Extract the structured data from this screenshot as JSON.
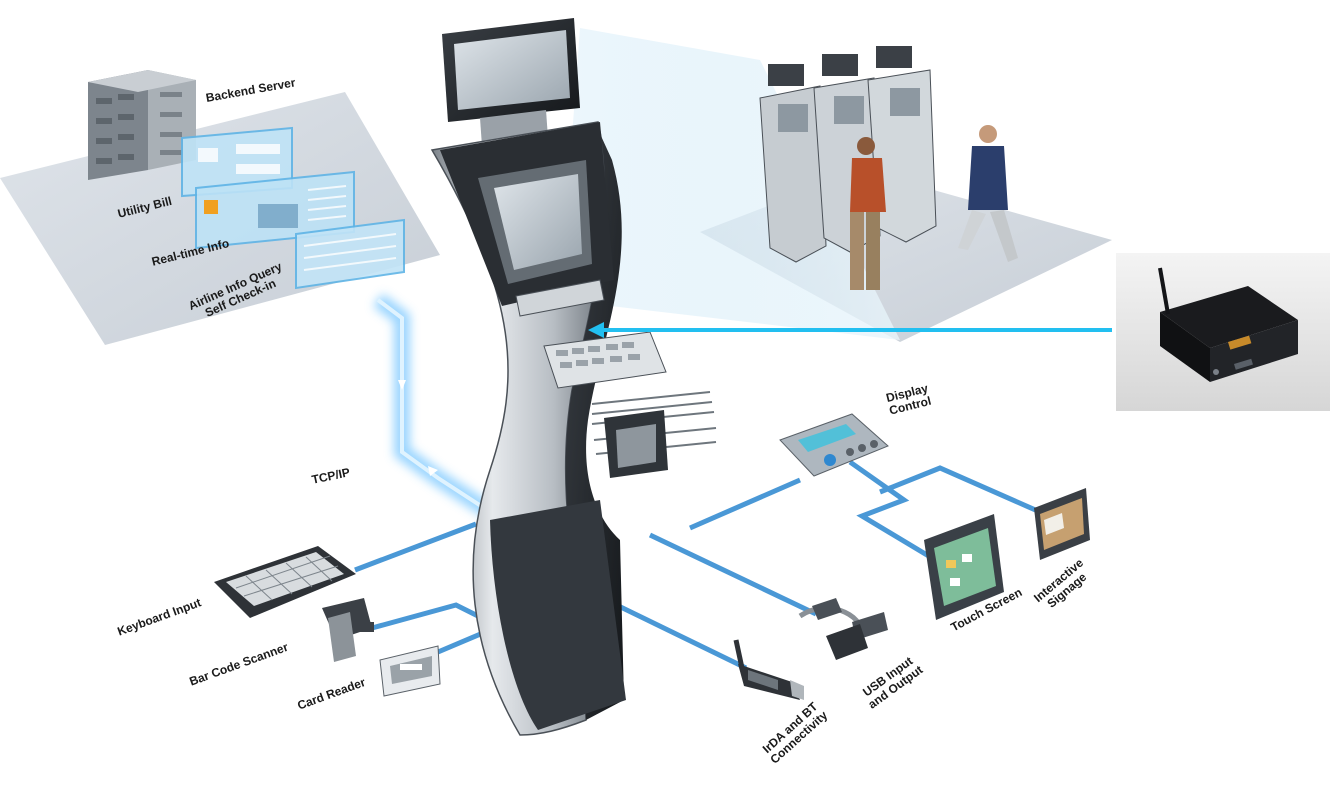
{
  "labels": {
    "backend_server": "Backend Server",
    "utility_bill": "Utility Bill",
    "realtime_info": "Real-time Info",
    "airline_query": "Airline Info Query\nSelf Check-in",
    "tcpip": "TCP/IP",
    "keyboard_input": "Keyboard Input",
    "barcode_scanner": "Bar Code Scanner",
    "card_reader": "Card Reader",
    "display_control": "Display\nControl",
    "touch_screen": "Touch Screen",
    "interactive_signage": "Interactive\nSignage",
    "usb_io": "USB Input\nand Output",
    "irda_bt": "IrDA and BT\nConnectivity"
  },
  "colors": {
    "connection_line": "#4a98d6",
    "network_glow": "#8fd0ff",
    "pointer_arrow": "#22bff0",
    "floor": "#d6dce4",
    "kiosk_body": "#b9bfc5",
    "kiosk_dark": "#2a2e33"
  },
  "icons": {
    "backend_server": "server-cabinet-icon",
    "keyboard": "keypad-icon",
    "scanner": "barcode-scanner-icon",
    "card_reader": "card-reader-icon",
    "display_control": "remote-control-icon",
    "touch_screen": "touch-screen-icon",
    "signage": "signage-display-icon",
    "usb": "usb-cable-icon",
    "bt_dongle": "bluetooth-dongle-icon",
    "mini_pc": "mini-pc-box-icon"
  }
}
